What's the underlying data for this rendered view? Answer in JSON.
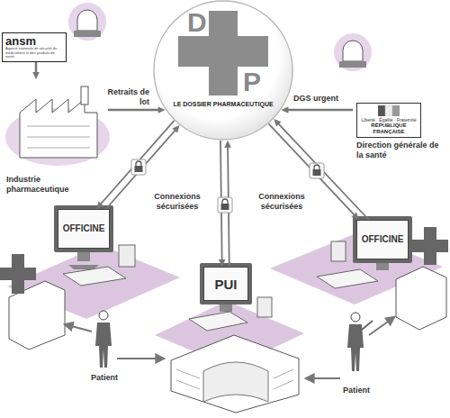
{
  "diagram": {
    "nodes": [
      {
        "text": [
          "D",
          "P",
          "LE DOSSIER PHARMACEUTIQUE"
        ]
      },
      {
        "text": [
          "ansm",
          "Agence nationale de sécurité du médicament et des produits de santé"
        ]
      },
      {
        "text": [
          "Industrie pharmaceutique"
        ]
      },
      {
        "text": [
          "Liberté · Égalité · Fraternité",
          "RÉPUBLIQUE FRANÇAISE",
          "Direction générale de la santé"
        ]
      },
      {
        "text": [
          "OFFICINE"
        ]
      },
      {
        "text": [
          "PUI"
        ]
      },
      {
        "text": [
          "OFFICINE"
        ]
      }
    ],
    "edges": [
      {
        "from": 1,
        "to": 2,
        "arrow": "to"
      },
      {
        "from": 2,
        "to": 0,
        "label": "Retraits de lot",
        "arrow": "to"
      },
      {
        "from": 3,
        "to": 0,
        "label": "DGS urgent",
        "arrow": "to"
      },
      {
        "from": 0,
        "to": 4,
        "arrow": "both"
      },
      {
        "from": 0,
        "to": 5,
        "arrow": "both"
      },
      {
        "from": 0,
        "to": 6,
        "arrow": "both"
      }
    ],
    "labels": [
      "Connexions sécurisées",
      "Connexions sécurisées",
      "Patient",
      "Patient"
    ]
  }
}
